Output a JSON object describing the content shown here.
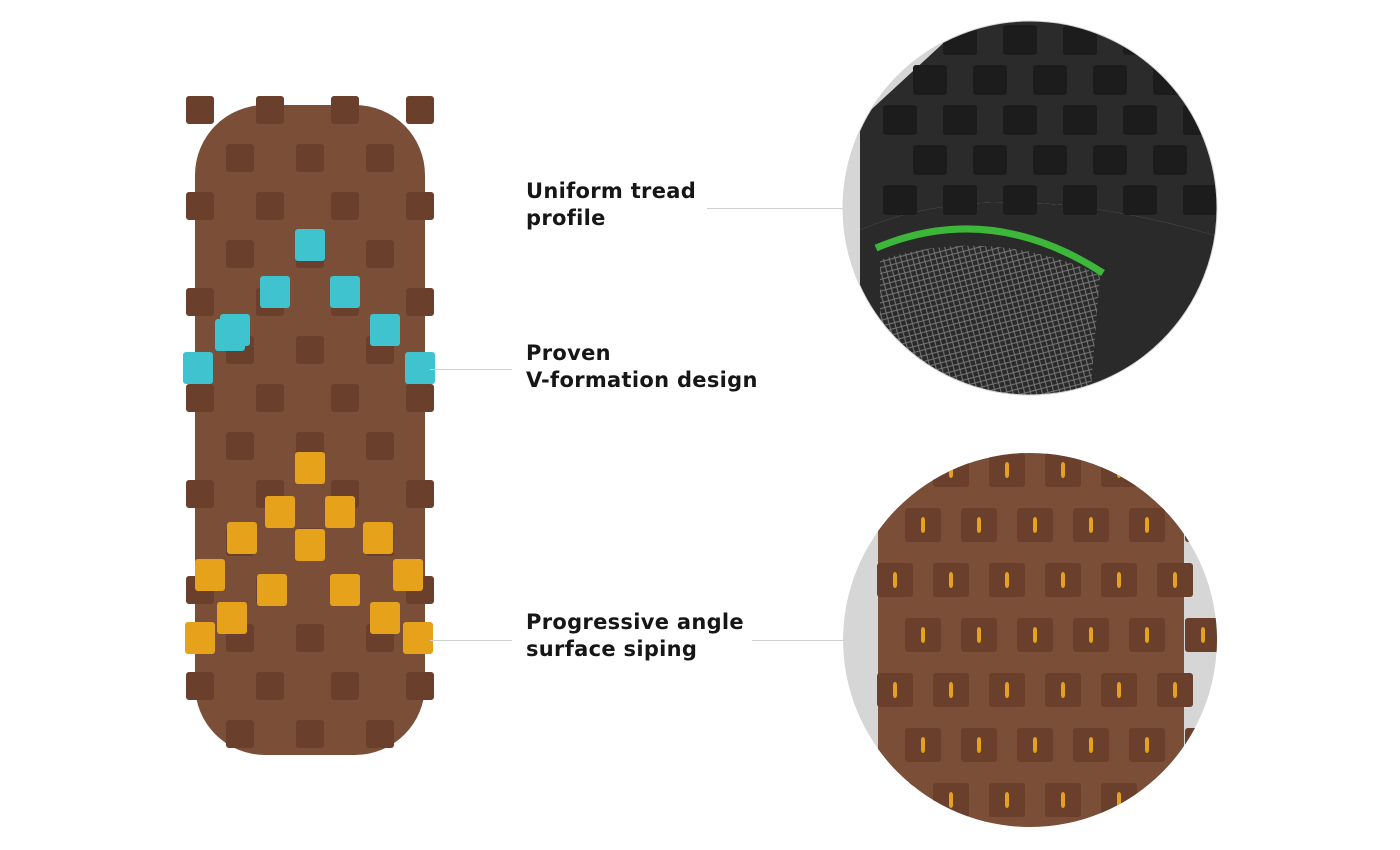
{
  "callouts": [
    {
      "line1": "Uniform tread",
      "line2": "profile"
    },
    {
      "line1": "Proven",
      "line2": "V-formation design"
    },
    {
      "line1": "Progressive angle",
      "line2": "surface siping"
    }
  ],
  "colors": {
    "tire_brown": "#7b4e38",
    "lug_brown": "#6a3f2c",
    "v_formation": "#3ec3cf",
    "siping": "#e7a21b",
    "profile_line": "#3cb73a",
    "dark_tire": "#2a2a2a",
    "circle_bg": "#d6d6d6"
  }
}
